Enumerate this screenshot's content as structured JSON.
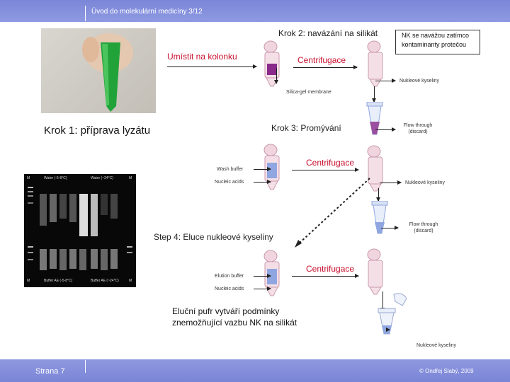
{
  "header": {
    "title": "Úvod do molekulární medicíny 3/12"
  },
  "footer": {
    "page": "Strana 7",
    "copyright": "© Ondřej Slabý, 2009"
  },
  "steps": {
    "step1": "Krok 1: příprava lyzátu",
    "step2": "Krok 2: navázání na silikát",
    "step3": "Krok 3: Promývání",
    "step4": "Step 4: Eluce nukleové kyseliny"
  },
  "labels": {
    "apply_column": "Umístit na kolonku",
    "centrifuge": "Centrifugace",
    "silica_membrane": "Silica-gel membrane",
    "nucleic_acids_cz": "Nukleové kyseliny",
    "flow_through": "Flow through",
    "discard": "(discard)",
    "wash_buffer": "Wash buffer",
    "nucleic_acids": "Nucleic acids",
    "elution_buffer": "Elution buffer",
    "note": "NK se navážou zatímco kontaminanty protečou",
    "elution_note_line1": "Eluční pufr vytváří podmínky",
    "elution_note_line2": "znemožňující vazbu NK na silikát"
  },
  "gel": {
    "top_left": "M",
    "top_right": "M",
    "top_label_1": "Water (-5-8°C)",
    "top_label_2": "Water (~24°C)",
    "bottom_left": "M",
    "bottom_right": "M",
    "bottom_label_1": "Buffer AE (-5-8°C)",
    "bottom_label_2": "Buffer AE (~24°C)"
  },
  "colors": {
    "header_bg": "#7b86d8",
    "accent_red": "#c8102e",
    "lysate_green": "#22a33a",
    "membrane_purple": "#8a2a8a",
    "buffer_blue": "#8fa6e0"
  }
}
